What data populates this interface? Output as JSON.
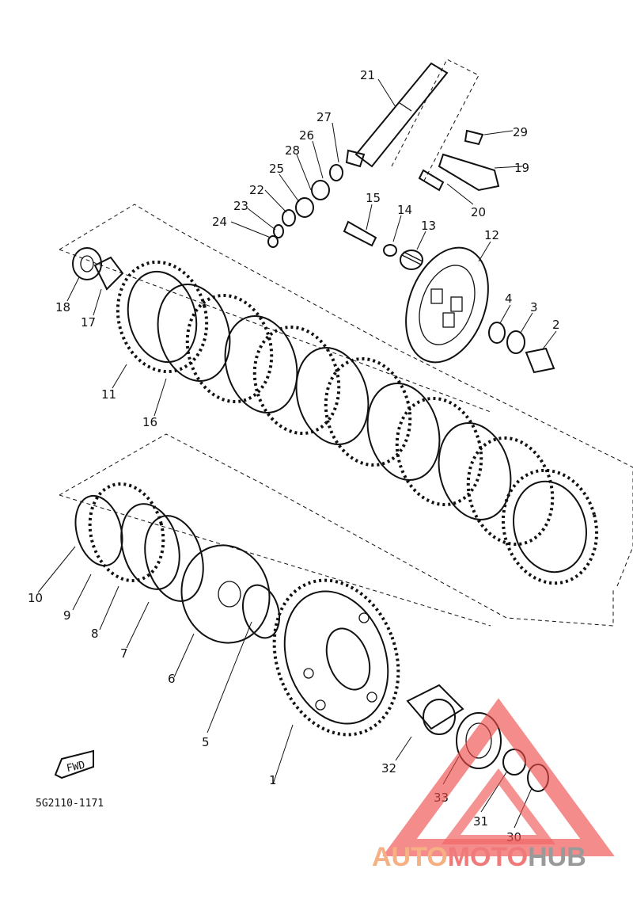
{
  "labels": {
    "p1": "1",
    "p2": "2",
    "p3": "3",
    "p4": "4",
    "p5": "5",
    "p6": "6",
    "p7": "7",
    "p8": "8",
    "p9": "9",
    "p10": "10",
    "p11": "11",
    "p12": "12",
    "p13": "13",
    "p14": "14",
    "p15": "15",
    "p16": "16",
    "p17": "17",
    "p18": "18",
    "p19": "19",
    "p20": "20",
    "p21": "21",
    "p22": "22",
    "p23": "23",
    "p24": "24",
    "p25": "25",
    "p26": "26",
    "p27": "27",
    "p28": "28",
    "p29": "29",
    "p30": "30",
    "p31": "31",
    "p32": "32",
    "p33": "33"
  },
  "fwd_tag": "FWD",
  "diagram_code": "5G2110-1171",
  "watermark": {
    "part1": "AUTO",
    "part2": "MOTO",
    "part3": "HUB",
    "color_auto": "#f5b183",
    "color_moto": "#f07a7a",
    "color_hub": "#9a9a9a",
    "triangle_color": "#ef4b4b"
  }
}
